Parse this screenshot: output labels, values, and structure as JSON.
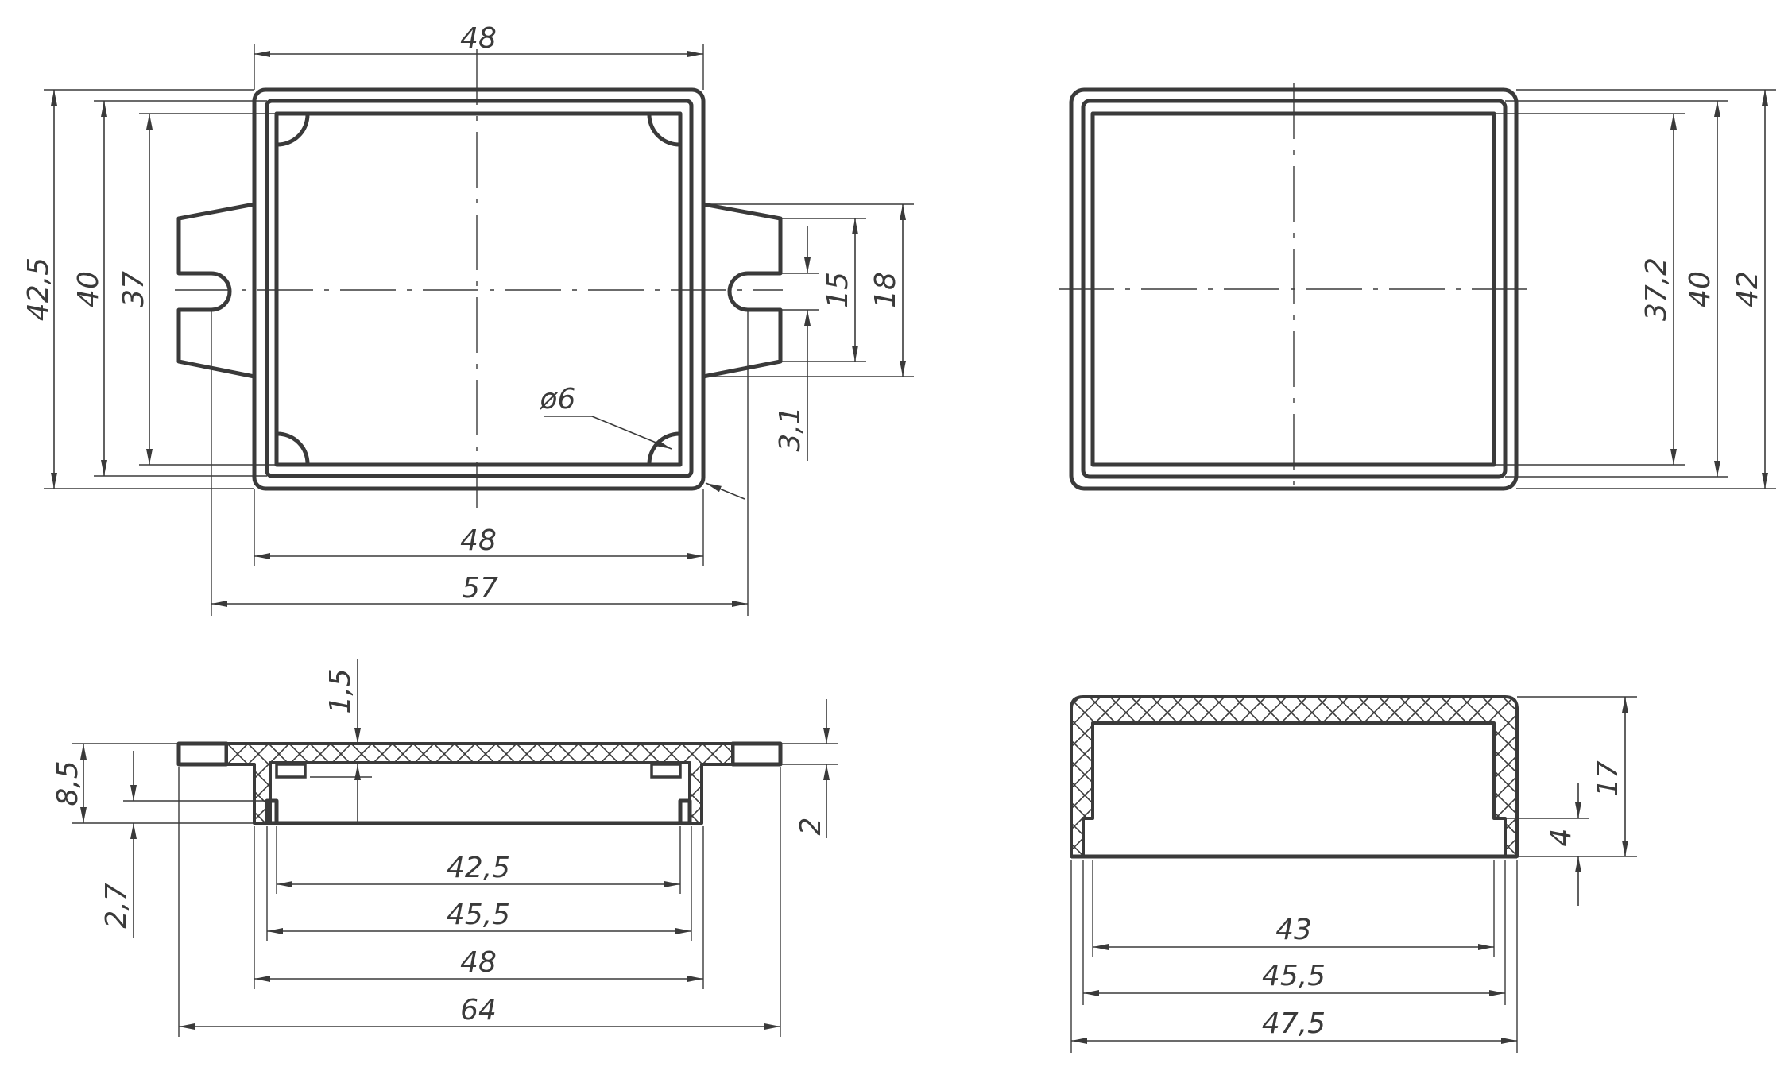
{
  "views": {
    "base_top": {
      "dims": {
        "width_top": "48",
        "width_bottom": "48",
        "flange_width": "57",
        "height_outer": "42,5",
        "height_mid": "40",
        "height_inner": "37",
        "ear_slot": "15",
        "ear_height": "18",
        "wall_offset": "3,1",
        "corner_hole": "ø6"
      }
    },
    "lid_top": {
      "dims": {
        "inner_height": "37,2",
        "mid_height": "40",
        "outer_height": "42"
      }
    },
    "base_section": {
      "dims": {
        "wall_top": "1,5",
        "total_height": "8,5",
        "ledge": "2,7",
        "flange_thickness": "2",
        "inner_width": "42,5",
        "mid_width": "45,5",
        "outer_width": "48",
        "flange_width": "64"
      }
    },
    "lid_section": {
      "dims": {
        "height": "17",
        "lip": "4",
        "inner_width": "43",
        "mid_width": "45,5",
        "outer_width": "47,5"
      }
    }
  }
}
